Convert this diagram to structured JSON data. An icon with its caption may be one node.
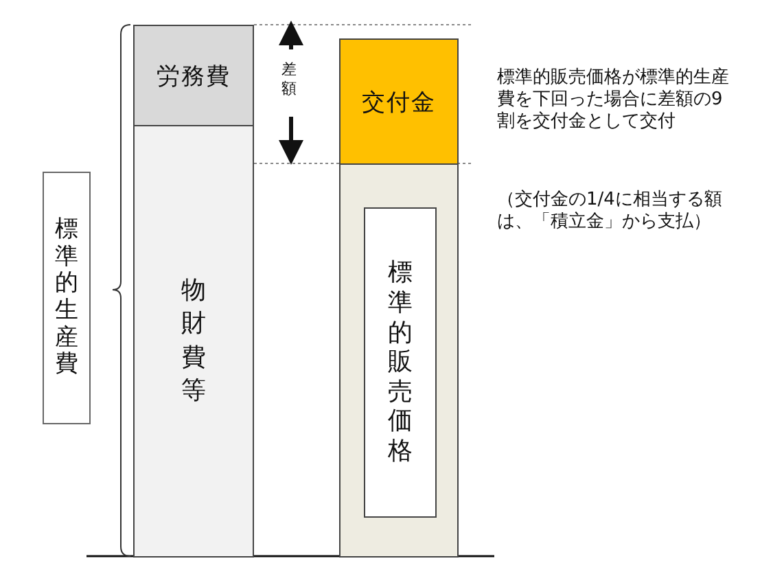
{
  "diagram": {
    "nodes": [
      {
        "text": [
          "標準的生産費"
        ]
      },
      {
        "text": [
          "労務費"
        ]
      },
      {
        "text": [
          "物財費等"
        ]
      },
      {
        "text": [
          "交付金"
        ]
      },
      {
        "text": [],
        "shape": "bar"
      },
      {
        "text": [
          "標準的販売価格"
        ],
        "in": 4
      }
    ],
    "labels": [
      "差額",
      "標準的販売価格が標準的生産費を下回った場合に差額の9割を交付金として交付",
      "（交付金の1/4に相当する額は、「積立金」から支払）"
    ]
  }
}
